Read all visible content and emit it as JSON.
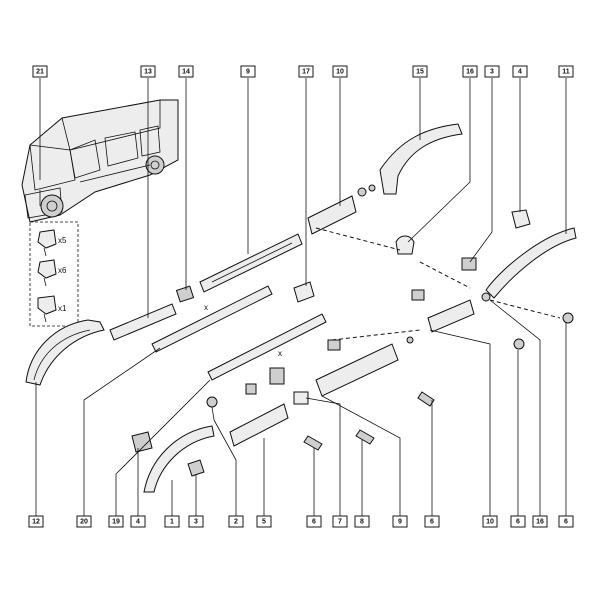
{
  "callouts_top": [
    "21",
    "13",
    "14",
    "9",
    "17",
    "10",
    "15",
    "16",
    "3",
    "4",
    "11"
  ],
  "callouts_bottom": [
    "12",
    "20",
    "19",
    "4",
    "1",
    "3",
    "2",
    "5",
    "6",
    "7",
    "8",
    "9",
    "6",
    "10",
    "6",
    "16",
    "6"
  ],
  "clip_quantities": [
    "x5",
    "x6",
    "x1"
  ],
  "markers": [
    "x",
    "x"
  ]
}
